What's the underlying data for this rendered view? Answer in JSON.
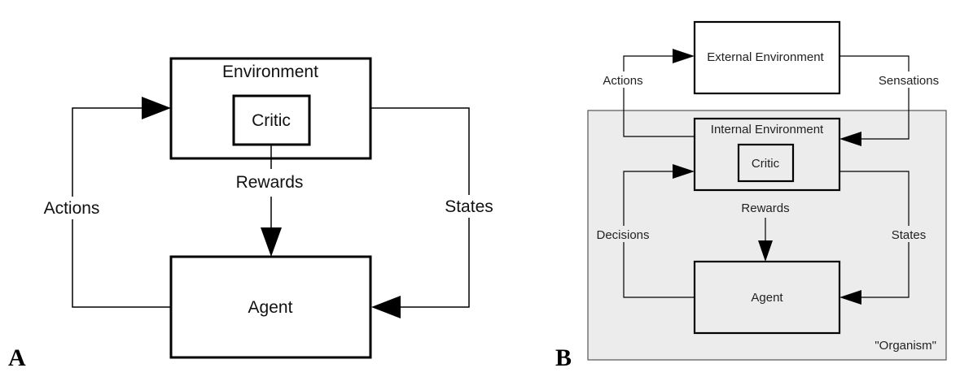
{
  "panel_a": {
    "letter": "A",
    "environment": "Environment",
    "critic": "Critic",
    "rewards": "Rewards",
    "actions": "Actions",
    "states": "States",
    "agent": "Agent"
  },
  "panel_b": {
    "letter": "B",
    "external_environment": "External Environment",
    "actions": "Actions",
    "sensations": "Sensations",
    "internal_environment": "Internal Environment",
    "critic": "Critic",
    "rewards": "Rewards",
    "decisions": "Decisions",
    "states": "States",
    "agent": "Agent",
    "organism": "\"Organism\""
  },
  "colors": {
    "organism_fill": "#ececec",
    "stroke": "#000000"
  }
}
